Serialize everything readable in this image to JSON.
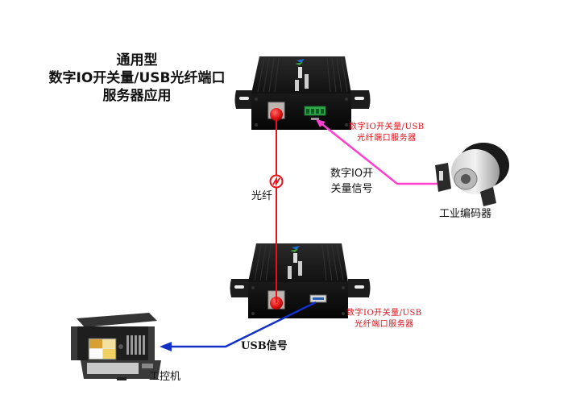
{
  "title": {
    "line1": "通用型",
    "line2": "数字IO开关量/USB光纤端口",
    "line3": "服务器应用"
  },
  "devices": {
    "top_server": {
      "label_line1": "数字IO开关量/USB",
      "label_line2": "光纤端口服务器"
    },
    "bottom_server": {
      "label_line1": "数字IO开关量/USB",
      "label_line2": "光纤端口服务器"
    },
    "encoder": {
      "label": "工业编码器"
    },
    "ipc": {
      "label": "工控机"
    }
  },
  "links": {
    "fiber": {
      "label": "光纤",
      "color": "#e8101a"
    },
    "io_signal": {
      "label_line1": "数字IO开",
      "label_line2": "关量信号",
      "color": "#ff3fd0"
    },
    "usb_signal": {
      "label": "USB信号",
      "color": "#1030c8"
    }
  }
}
